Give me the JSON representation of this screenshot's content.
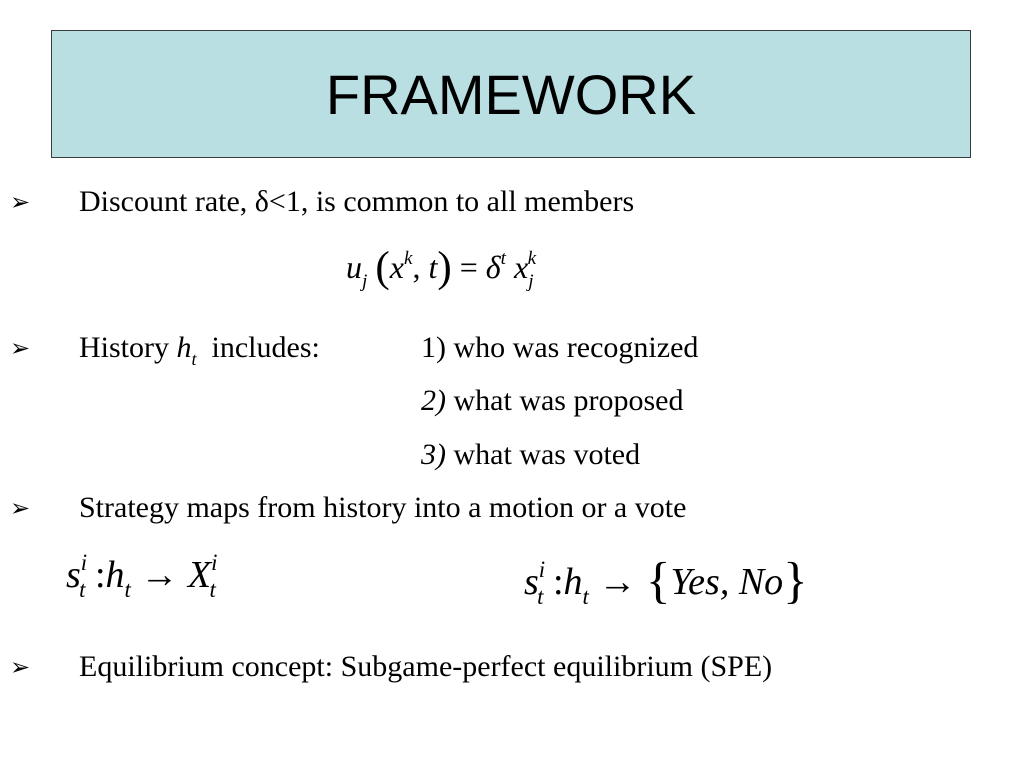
{
  "title": "FRAMEWORK",
  "bullet_glyph": "➢",
  "bullets": {
    "discount": "Discount rate, δ<1, is common to all members",
    "history_label": "History",
    "history_h": "h",
    "history_t": "t",
    "history_includes": "includes:",
    "history_items": [
      "1) who was recognized",
      "2)",
      " what was proposed",
      "3)",
      " what was voted"
    ],
    "strategy": "Strategy maps from history into a motion or a vote",
    "equilibrium": "Equilibrium concept: Subgame-perfect equilibrium (SPE)"
  },
  "formulas": {
    "utility": {
      "u": "u",
      "j": "j",
      "x": "x",
      "k": "k",
      "t": "t",
      "delta": "δ",
      "eq": "=",
      "comma": ","
    },
    "strategy_motion": {
      "s": "s",
      "i": "i",
      "t": "t",
      "colon": ":",
      "h": "h",
      "arrow": "→",
      "X": "X"
    },
    "strategy_vote": {
      "s": "s",
      "i": "i",
      "t": "t",
      "colon": ":",
      "h": "h",
      "arrow": "→",
      "set": "Yes, No"
    }
  }
}
